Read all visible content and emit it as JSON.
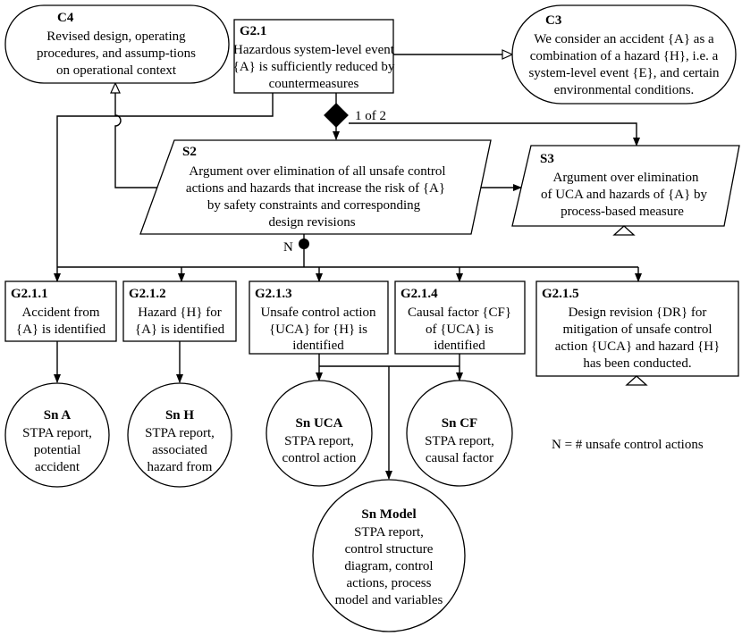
{
  "goals": {
    "g21": {
      "id": "G2.1",
      "lines": [
        "Hazardous system-level event",
        "{A} is sufficiently reduced by",
        "countermeasures"
      ]
    },
    "g211": {
      "id": "G2.1.1",
      "lines": [
        "Accident from",
        "{A} is identified"
      ]
    },
    "g212": {
      "id": "G2.1.2",
      "lines": [
        "Hazard {H} for",
        "{A} is identified"
      ]
    },
    "g213": {
      "id": "G2.1.3",
      "lines": [
        "Unsafe control action",
        "{UCA} for {H} is",
        "identified"
      ]
    },
    "g214": {
      "id": "G2.1.4",
      "lines": [
        "Causal factor {CF}",
        "of {UCA} is",
        "identified"
      ]
    },
    "g215": {
      "id": "G2.1.5",
      "lines": [
        "Design revision {DR} for",
        "mitigation of unsafe control",
        "action {UCA} and hazard {H}",
        "has been conducted."
      ]
    }
  },
  "contexts": {
    "c3": {
      "id": "C3",
      "lines": [
        "We consider an accident {A} as a",
        "combination of a hazard {H}, i.e. a",
        "system-level event {E}, and certain",
        "environmental conditions."
      ]
    },
    "c4": {
      "id": "C4",
      "lines": [
        "Revised design, operating",
        "procedures, and assump-tions",
        "on operational context"
      ]
    }
  },
  "strategies": {
    "s2": {
      "id": "S2",
      "lines": [
        "Argument over elimination of all unsafe control",
        "actions and hazards that increase the risk of {A}",
        "by safety constraints and corresponding",
        "design revisions"
      ]
    },
    "s3": {
      "id": "S3",
      "lines": [
        "Argument over elimination",
        "of UCA and hazards of {A} by",
        "process-based measure"
      ]
    }
  },
  "solutions": {
    "sna": {
      "id": "Sn A",
      "lines": [
        "STPA report,",
        "potential",
        "accident"
      ]
    },
    "snh": {
      "id": "Sn H",
      "lines": [
        "STPA report,",
        "associated",
        "hazard from"
      ]
    },
    "snuca": {
      "id": "Sn UCA",
      "lines": [
        "STPA report,",
        "control action"
      ]
    },
    "sncf": {
      "id": "Sn CF",
      "lines": [
        "STPA report,",
        "causal factor"
      ]
    },
    "snmodel": {
      "id": "Sn Model",
      "lines": [
        "STPA report,",
        "control structure",
        "diagram, control",
        "actions, process",
        "model and variables"
      ]
    }
  },
  "choice_label": "1 of 2",
  "multiplicity_label": "N",
  "legend": "N = # unsafe control actions"
}
